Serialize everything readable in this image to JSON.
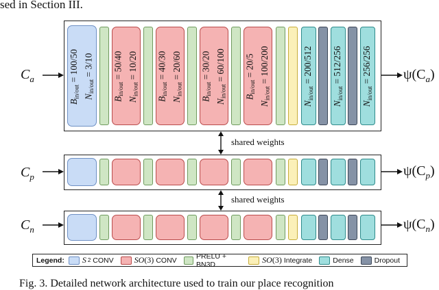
{
  "header_text": "sed in Section III.",
  "caption_text": "Fig. 3.   Detailed network architecture used to train our place recognition",
  "rows": [
    {
      "input": "C",
      "input_sub": "a",
      "output": "ψ(C",
      "output_sub": "a",
      "output_close": ")"
    },
    {
      "input": "C",
      "input_sub": "p",
      "output": "ψ(C",
      "output_sub": "p",
      "output_close": ")"
    },
    {
      "input": "C",
      "input_sub": "n",
      "output": "ψ(C",
      "output_sub": "n",
      "output_close": ")"
    }
  ],
  "shared_label_1": "shared weights",
  "shared_label_2": "shared weights",
  "layer_labels": {
    "s2": {
      "b_sym": "B",
      "b_sub": "in/out",
      "b_val": "= 100/50",
      "n_sym": "N",
      "n_sub": "in/out",
      "n_val": "= 3/10"
    },
    "so3_1": {
      "b_sym": "B",
      "b_sub": "in/out",
      "b_val": "= 50/40",
      "n_sym": "N",
      "n_sub": "in/out",
      "n_val": "= 10/20"
    },
    "so3_2": {
      "b_sym": "B",
      "b_sub": "in/out",
      "b_val": "= 40/30",
      "n_sym": "N",
      "n_sub": "in/out",
      "n_val": "= 20/60"
    },
    "so3_3": {
      "b_sym": "B",
      "b_sub": "in/out",
      "b_val": "= 30/20",
      "n_sym": "N",
      "n_sub": "in/out",
      "n_val": "= 60/100"
    },
    "so3_4": {
      "b_sym": "B",
      "b_sub": "in/out",
      "b_val": "= 20/5",
      "n_sym": "N",
      "n_sub": "in/out",
      "n_val": "= 100/200"
    },
    "dense_1": {
      "n_sym": "N",
      "n_sub": "in/out",
      "n_val": "= 200/512"
    },
    "dense_2": {
      "n_sym": "N",
      "n_sub": "in/out",
      "n_val": "= 512/256"
    },
    "dense_3": {
      "n_sym": "N",
      "n_sub": "in/out",
      "n_val": "= 256/256"
    }
  },
  "legend": {
    "title": "Legend:",
    "items": [
      {
        "key": "s2",
        "math": "S",
        "sup": "2",
        "text": "CONV",
        "color": "#c9dcf6"
      },
      {
        "key": "so3",
        "math": "SO",
        "paren": "(3)",
        "text": "CONV",
        "color": "#f5b3b3"
      },
      {
        "key": "prelu",
        "text": "PRELU + BN3D",
        "color": "#cfe6c4"
      },
      {
        "key": "integ",
        "math": "SO",
        "paren": "(3)",
        "text": "Integrate",
        "color": "#fbf0b8"
      },
      {
        "key": "dense",
        "text": "Dense",
        "color": "#9fdede"
      },
      {
        "key": "drop",
        "text": "Dropout",
        "color": "#8592a6"
      }
    ]
  },
  "colors": {
    "s2_conv": "#c9dcf6",
    "so3_conv": "#f5b3b3",
    "prelu_bn3d": "#cfe6c4",
    "so3_integrate": "#fbf0b8",
    "dense": "#9fdede",
    "dropout": "#8592a6"
  }
}
